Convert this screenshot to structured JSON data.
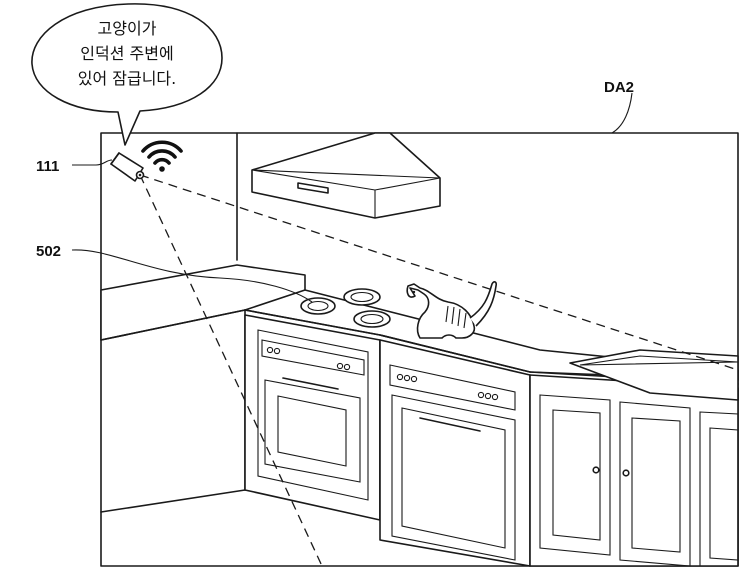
{
  "speech_bubble": {
    "lines": [
      "고양이가",
      "인덕션 주변에",
      "있어 잠급니다."
    ]
  },
  "labels": {
    "camera": "111",
    "induction": "502",
    "figure_area": "DA2"
  },
  "icons": {
    "camera": "security-camera-icon",
    "signal": "wifi-icon"
  }
}
